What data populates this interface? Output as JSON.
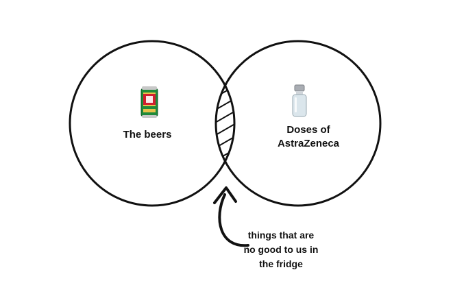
{
  "sets": {
    "left": {
      "label": "The beers",
      "icon": "beer-can-icon"
    },
    "right": {
      "label_lines": [
        "Doses of",
        "AstraZeneca"
      ],
      "icon": "vaccine-vial-icon"
    },
    "intersection": {
      "fill": "hatched"
    }
  },
  "annotation": {
    "lines": [
      "things that are",
      "no good to us in",
      "the fridge"
    ],
    "arrow_icon": "curved-arrow-icon"
  },
  "colors": {
    "outline": "#111111",
    "background": "#ffffff",
    "can_green": "#1f8a3a",
    "can_red": "#d1202f",
    "can_gold": "#e8c24a",
    "vial_cap": "#a9adb3",
    "vial_glass": "#dbe6ec"
  }
}
